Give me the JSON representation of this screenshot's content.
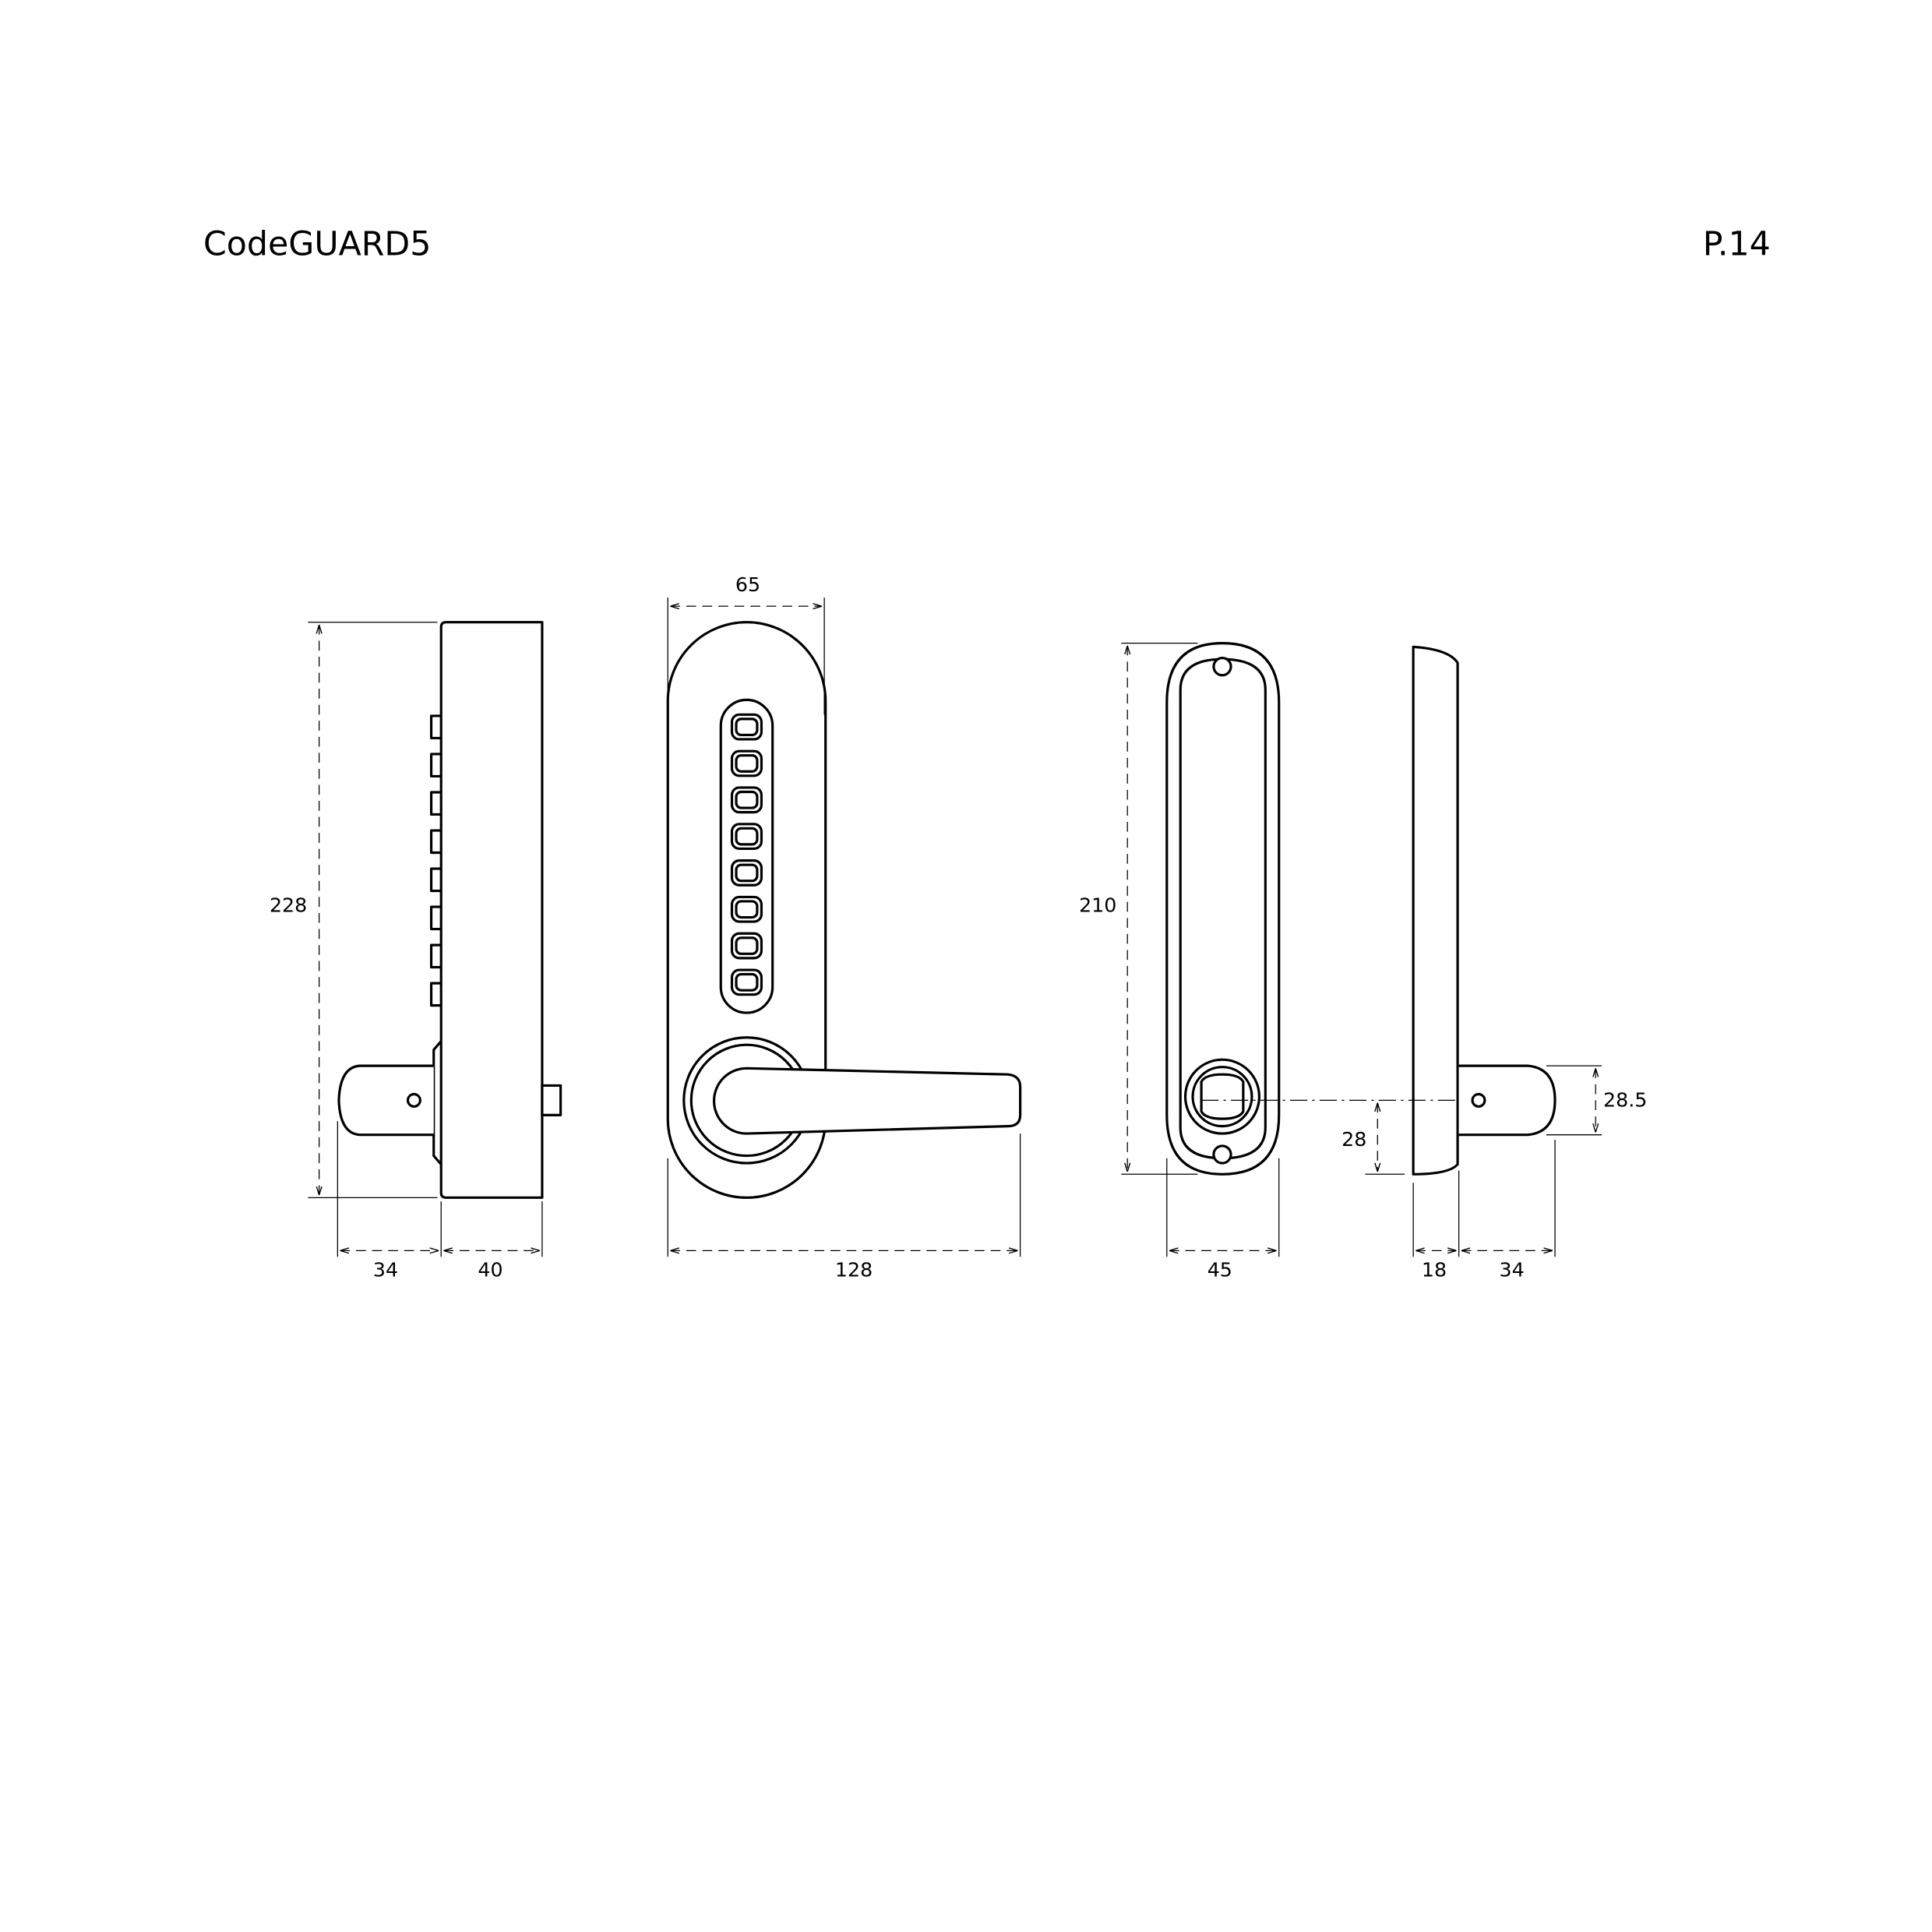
{
  "header": {
    "title": "CodeGUARD5",
    "page": "P.14"
  },
  "colors": {
    "line": "#000000",
    "background": "#ffffff"
  },
  "keypad": {
    "button_count": 8
  },
  "dimensions": {
    "side_view": {
      "height": "228",
      "handle_depth": "34",
      "body_depth": "40"
    },
    "front_view": {
      "width": "65",
      "lever_length": "128"
    },
    "back_view": {
      "height": "210",
      "width": "45",
      "spindle_height": "28"
    },
    "back_side_view": {
      "plate_depth": "18",
      "handle_depth": "34",
      "handle_height": "28.5"
    }
  }
}
